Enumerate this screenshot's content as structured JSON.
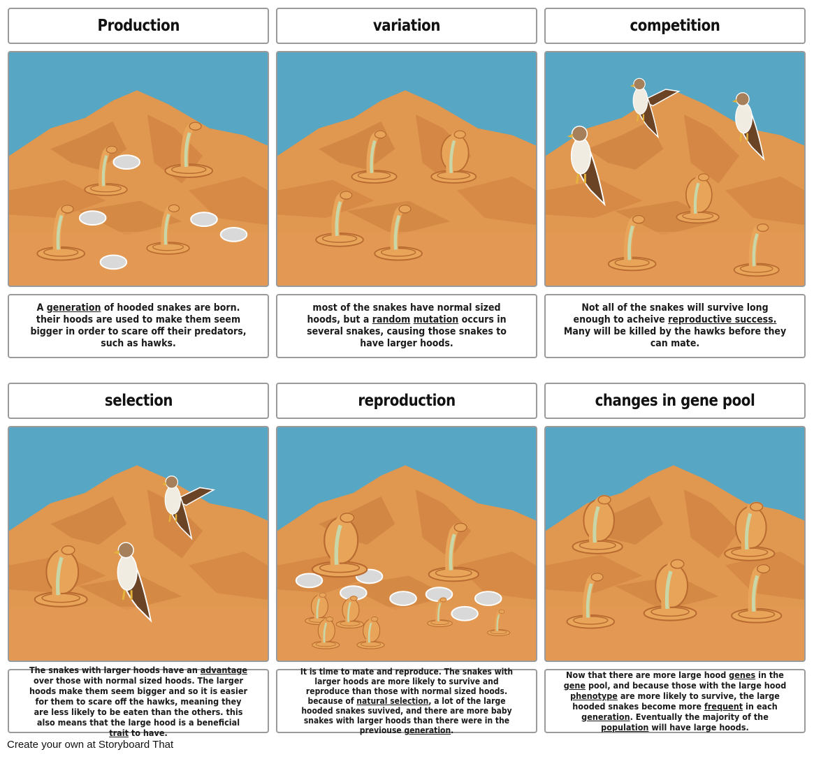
{
  "panels": [
    {
      "title": "Production",
      "caption": [
        {
          "t": "A ",
          "u": false
        },
        {
          "t": "generation",
          "u": true
        },
        {
          "t": " of hooded snakes are born. their hoods are used to make them seem bigger in order to scare off their predators, such as hawks.",
          "u": false
        }
      ]
    },
    {
      "title": "variation",
      "caption": [
        {
          "t": "most of the snakes have normal sized hoods, but a ",
          "u": false
        },
        {
          "t": "random",
          "u": true
        },
        {
          "t": " ",
          "u": false
        },
        {
          "t": "mutation",
          "u": true
        },
        {
          "t": " occurs in several snakes, causing those snakes to have larger hoods.",
          "u": false
        }
      ]
    },
    {
      "title": "competition",
      "caption": [
        {
          "t": "Not all of the snakes will survive long enough to acheive ",
          "u": false
        },
        {
          "t": "reproductive success.",
          "u": true
        },
        {
          "t": " Many will be killed by the hawks before they can mate.",
          "u": false
        }
      ]
    },
    {
      "title": "selection",
      "caption": [
        {
          "t": "The snakes with larger hoods have an ",
          "u": false
        },
        {
          "t": "advantage",
          "u": true
        },
        {
          "t": " over those with normal sized hoods. The larger hoods make them seem bigger and so it is easier for them to scare off the hawks, meaning they are less likely to be eaten than the others. this also means that the large hood is a beneficial ",
          "u": false
        },
        {
          "t": "trait",
          "u": true
        },
        {
          "t": " to have.",
          "u": false
        }
      ]
    },
    {
      "title": "reproduction",
      "caption": [
        {
          "t": "It is time to mate and reproduce. The snakes with larger hoods are more likely to survive and reproduce than those with normal sized hoods. because of ",
          "u": false
        },
        {
          "t": "natural selection",
          "u": true
        },
        {
          "t": ", a lot of the large hooded snakes suvived, and there are more baby snakes with larger hoods than there were in the previouse ",
          "u": false
        },
        {
          "t": "generation",
          "u": true
        },
        {
          "t": ".",
          "u": false
        }
      ]
    },
    {
      "title": "changes in gene pool",
      "caption": [
        {
          "t": "Now that there are more large hood ",
          "u": false
        },
        {
          "t": "genes",
          "u": true
        },
        {
          "t": " in the ",
          "u": false
        },
        {
          "t": "gene",
          "u": true
        },
        {
          "t": " pool, and because those with the large hood ",
          "u": false
        },
        {
          "t": "phenotype",
          "u": true
        },
        {
          "t": " are more likely to survive, the large hooded snakes become more ",
          "u": false
        },
        {
          "t": "frequent",
          "u": true
        },
        {
          "t": " in each ",
          "u": false
        },
        {
          "t": "generation",
          "u": true
        },
        {
          "t": ". Eventually the majority of the ",
          "u": false
        },
        {
          "t": "population",
          "u": true
        },
        {
          "t": " will have large hoods.",
          "u": false
        }
      ]
    }
  ],
  "footer": "Create your own at Storyboard That",
  "colors": {
    "sky": "#57a6c3",
    "sand": "#e0974f",
    "sand_dark": "#b86a30",
    "snake": "#e8a55a",
    "snake_belly": "#c8d6a8",
    "egg": "#d9d9d9",
    "hawk_brown": "#6b4426"
  }
}
